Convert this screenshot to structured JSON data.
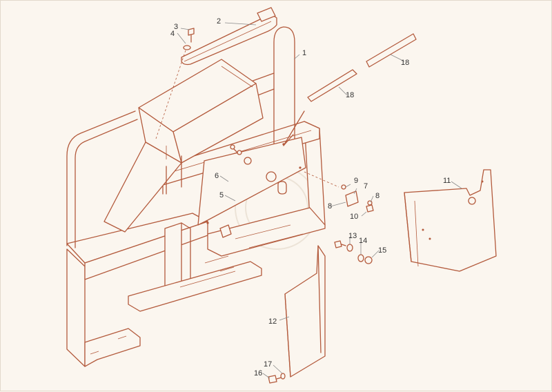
{
  "callouts": [
    {
      "id": "c1",
      "text": "1"
    },
    {
      "id": "c2",
      "text": "2"
    },
    {
      "id": "c3",
      "text": "3"
    },
    {
      "id": "c4",
      "text": "4"
    },
    {
      "id": "c5",
      "text": "5"
    },
    {
      "id": "c6",
      "text": "6"
    },
    {
      "id": "c7",
      "text": "7"
    },
    {
      "id": "c8a",
      "text": "8"
    },
    {
      "id": "c8b",
      "text": "8"
    },
    {
      "id": "c9",
      "text": "9"
    },
    {
      "id": "c10",
      "text": "10"
    },
    {
      "id": "c11",
      "text": "11"
    },
    {
      "id": "c12",
      "text": "12"
    },
    {
      "id": "c13",
      "text": "13"
    },
    {
      "id": "c14",
      "text": "14"
    },
    {
      "id": "c15",
      "text": "15"
    },
    {
      "id": "c16",
      "text": "16"
    },
    {
      "id": "c17",
      "text": "17"
    },
    {
      "id": "c18a",
      "text": "18"
    },
    {
      "id": "c18b",
      "text": "18"
    }
  ],
  "colors": {
    "line": "#b35a3c",
    "leader": "#8a8a8a",
    "label": "#333333",
    "background": "#fbf6ef"
  }
}
